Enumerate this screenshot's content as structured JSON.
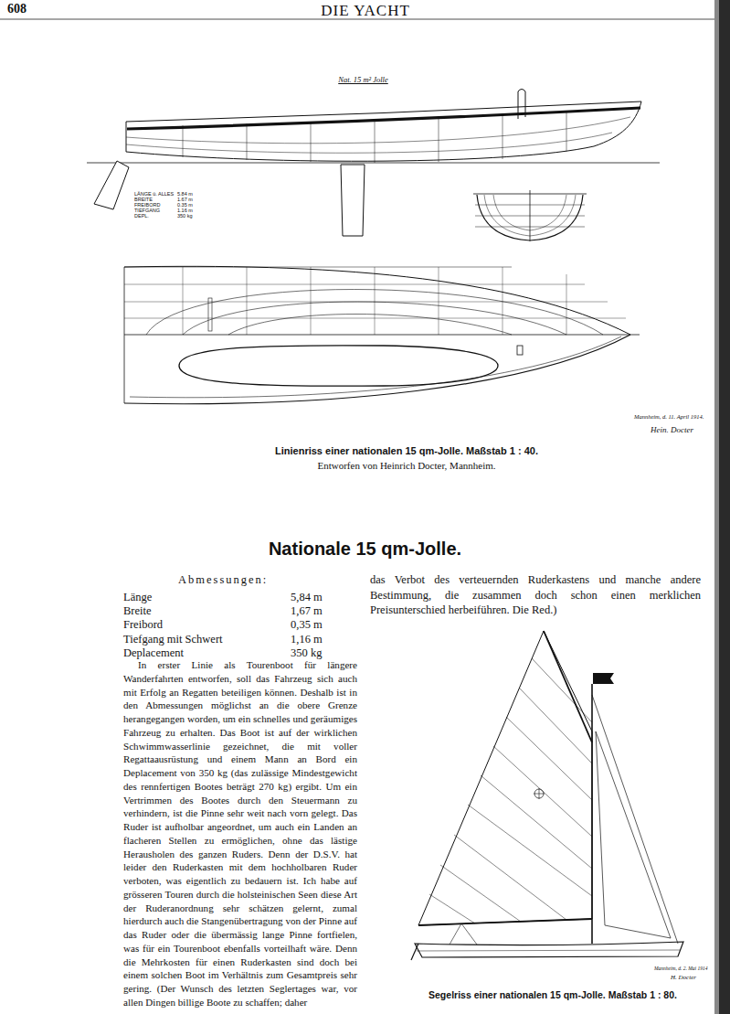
{
  "diagram": {
    "title": "Nationale 15 qm-Jolle.",
    "caption": "Linienriss einer nationalen 15 qm-Jolle. Maßstab 1 : 40.",
    "labels": [
      "608",
      "DIE YACHT",
      "Nat. 15 m² Jolle",
      "LÄNGE ü. ALLES",
      "5.84 m",
      "BREITE",
      "1.67 m",
      "FREIBORD",
      "0.35 m",
      "TIEFGANG",
      "1.16 m",
      "DEPL.",
      "350 kg",
      "Mannheim, d. 11. April 1914.",
      "Hein. Docter",
      "Entworfen von Heinrich Docter, Mannheim.",
      "Abmessungen:",
      "Länge",
      "5,84 m",
      "Breite",
      "1,67 m",
      "Freibord",
      "0,35 m",
      "Tiefgang mit Schwert",
      "1,16 m",
      "Deplacement",
      "350 kg",
      "In erster Linie als Tourenboot für längere Wanderfahrten entworfen, soll das Fahrzeug sich auch mit Erfolg an Regatten beteiligen können. Deshalb ist in den Abmessungen möglichst an die obere Grenze herangegangen worden, um ein schnelles und geräumiges Fahrzeug zu erhalten. Das Boot ist auf der wirklichen Schwimmwasserlinie gezeichnet, die mit voller Regattaausrüstung und einem Mann an Bord ein Deplacement von 350 kg (das zulässige Mindestgewicht des rennfertigen Bootes beträgt 270 kg) ergibt. Um ein Vertrimmen des Bootes durch den Steuermann zu verhindern, ist die Pinne sehr weit nach vorn gelegt. Das Ruder ist aufholbar angeordnet, um auch ein Landen an flacheren Stellen zu ermöglichen, ohne das lästige Herausholen des ganzen Ruders. Denn der D.S.V. hat leider den Ruderkasten mit dem hochholbaren Ruder verboten, was eigentlich zu bedauern ist. Ich habe auf grösseren Touren durch die holsteinischen Seen diese Art der Ruderanordnung sehr schätzen gelernt, zumal hierdurch auch die Stangenübertragung von der Pinne auf das Ruder oder die übermässig lange Pinne fortfielen, was für ein Tourenboot ebenfalls vorteilhaft wäre. Denn die Mehrkosten für einen Ruderkasten sind doch bei einem solchen Boot im Verhältnis zum Gesamtpreis sehr gering. (Der Wunsch des letzten Seglertages war, vor allen Dingen billige Boote zu schaffen; daher",
      "das Verbot des verteuernden Ruderkastens und manche andere Bestimmung, die zusammen doch schon einen merklichen Preisunterschied herbeiführen. Die Red.)",
      "Mannheim, d. 2. Mai 1914",
      "H. Docter",
      "Segelriss einer nationalen 15 qm-Jolle. Maßstab 1 : 80."
    ]
  }
}
